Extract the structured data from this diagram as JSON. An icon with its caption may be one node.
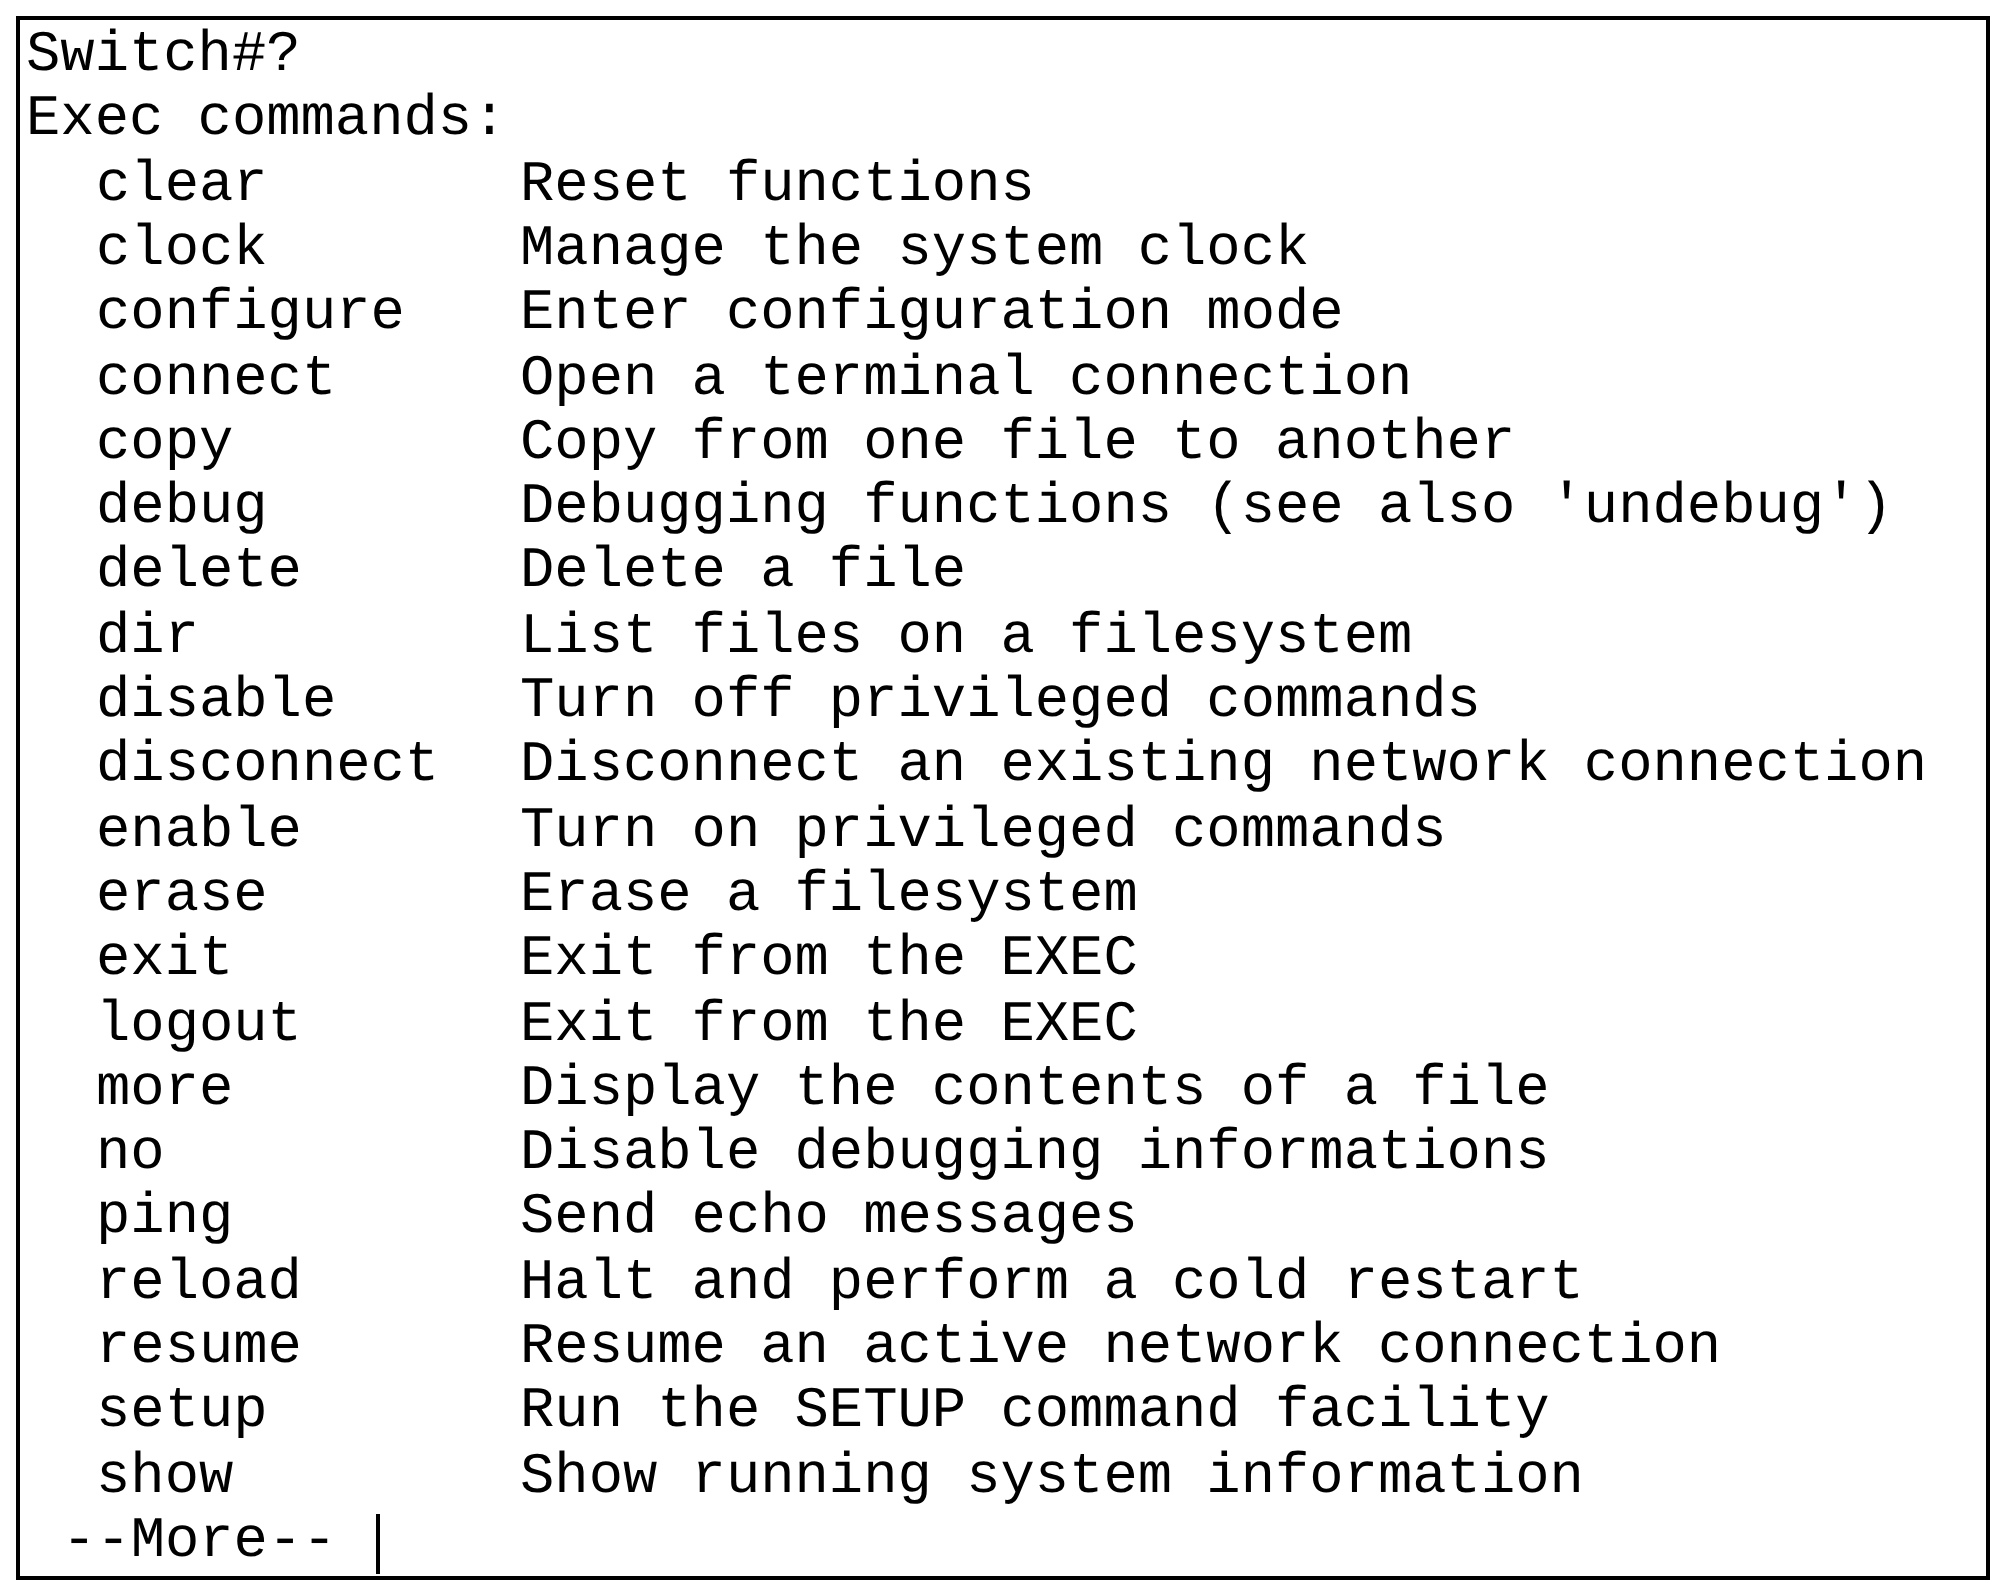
{
  "diagram": {
    "labels": [
      "Switch#?",
      "Exec commands:",
      "clear",
      "Reset functions",
      "clock",
      "Manage the system clock",
      "configure",
      "Enter configuration mode",
      "connect",
      "Open a terminal connection",
      "copy",
      "Copy from one file to another",
      "debug",
      "Debugging functions (see also 'undebug')",
      "delete",
      "Delete a file",
      "dir",
      "List files on a filesystem",
      "disable",
      "Turn off privileged commands",
      "disconnect",
      "Disconnect an existing network connection",
      "enable",
      "Turn on privileged commands",
      "erase",
      "Erase a filesystem",
      "exit",
      "Exit from the EXEC",
      "logout",
      "Exit from the EXEC",
      "more",
      "Display the contents of a file",
      "no",
      "Disable debugging informations",
      "ping",
      "Send echo messages",
      "reload",
      "Halt and perform a cold restart",
      "resume",
      "Resume an active network connection",
      "setup",
      "Run the SETUP command facility",
      "show",
      "Show running system information",
      "--More--"
    ]
  }
}
